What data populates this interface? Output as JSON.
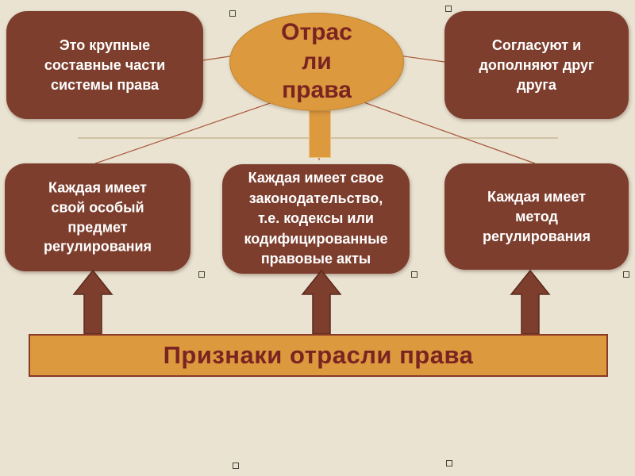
{
  "slide": {
    "title": "Отрасли права",
    "boxes": {
      "top_left": "Это крупные составные части системы права",
      "top_right": "Согласуют и дополняют друг друга",
      "mid_left": "Каждая имеет свой особый предмет регулирования",
      "mid_center": "Каждая имеет свое законодательство, т.е. кодексы или кодифицированные правовые акты",
      "mid_right": "Каждая имеет метод регулирования"
    },
    "banner": "Признаки отрасли права",
    "colors": {
      "background": "#eae3d1",
      "box_fill": "#7d3e2d",
      "orange": "#dd993e",
      "title_text": "#7a2422",
      "box_text": "#ffffff",
      "connector_line": "#a8573a",
      "banner_border": "#8a3a28"
    }
  }
}
